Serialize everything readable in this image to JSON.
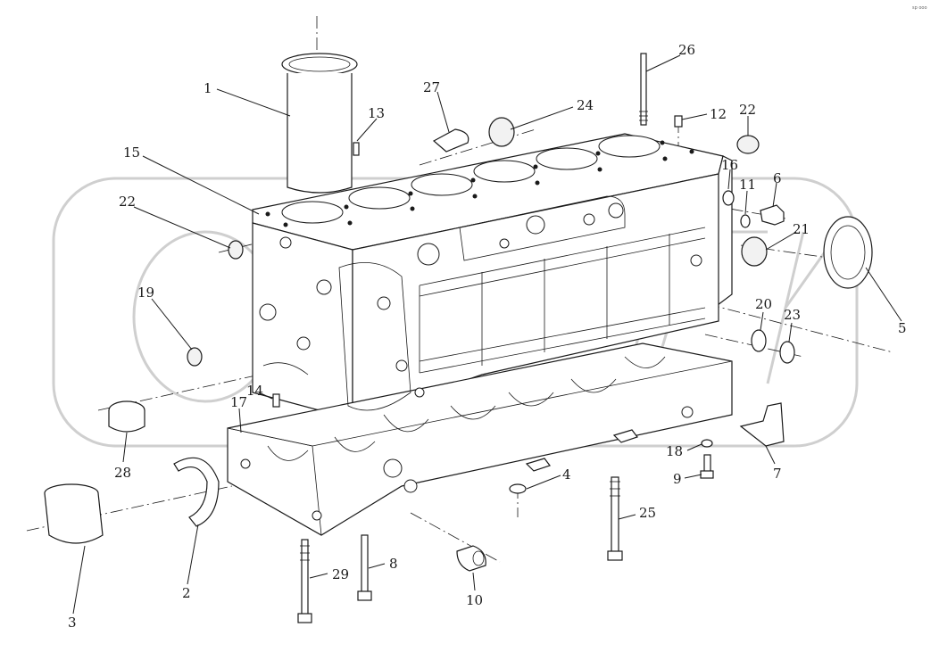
{
  "corner_mark": "sp ooo",
  "callouts": [
    {
      "id": "c1",
      "text": "1"
    },
    {
      "id": "c2",
      "text": "2"
    },
    {
      "id": "c3",
      "text": "3"
    },
    {
      "id": "c4",
      "text": "4"
    },
    {
      "id": "c5",
      "text": "5"
    },
    {
      "id": "c6",
      "text": "6"
    },
    {
      "id": "c7",
      "text": "7"
    },
    {
      "id": "c8",
      "text": "8"
    },
    {
      "id": "c9",
      "text": "9"
    },
    {
      "id": "c10",
      "text": "10"
    },
    {
      "id": "c11",
      "text": "11"
    },
    {
      "id": "c12",
      "text": "12"
    },
    {
      "id": "c13",
      "text": "13"
    },
    {
      "id": "c14",
      "text": "14"
    },
    {
      "id": "c15",
      "text": "15"
    },
    {
      "id": "c16",
      "text": "16"
    },
    {
      "id": "c17",
      "text": "17"
    },
    {
      "id": "c18",
      "text": "18"
    },
    {
      "id": "c19",
      "text": "19"
    },
    {
      "id": "c20",
      "text": "20"
    },
    {
      "id": "c21",
      "text": "21"
    },
    {
      "id": "c22a",
      "text": "22"
    },
    {
      "id": "c22b",
      "text": "22"
    },
    {
      "id": "c23",
      "text": "23"
    },
    {
      "id": "c24",
      "text": "24"
    },
    {
      "id": "c25",
      "text": "25"
    },
    {
      "id": "c26",
      "text": "26"
    },
    {
      "id": "c27",
      "text": "27"
    },
    {
      "id": "c28",
      "text": "28"
    },
    {
      "id": "c29",
      "text": "29"
    }
  ]
}
